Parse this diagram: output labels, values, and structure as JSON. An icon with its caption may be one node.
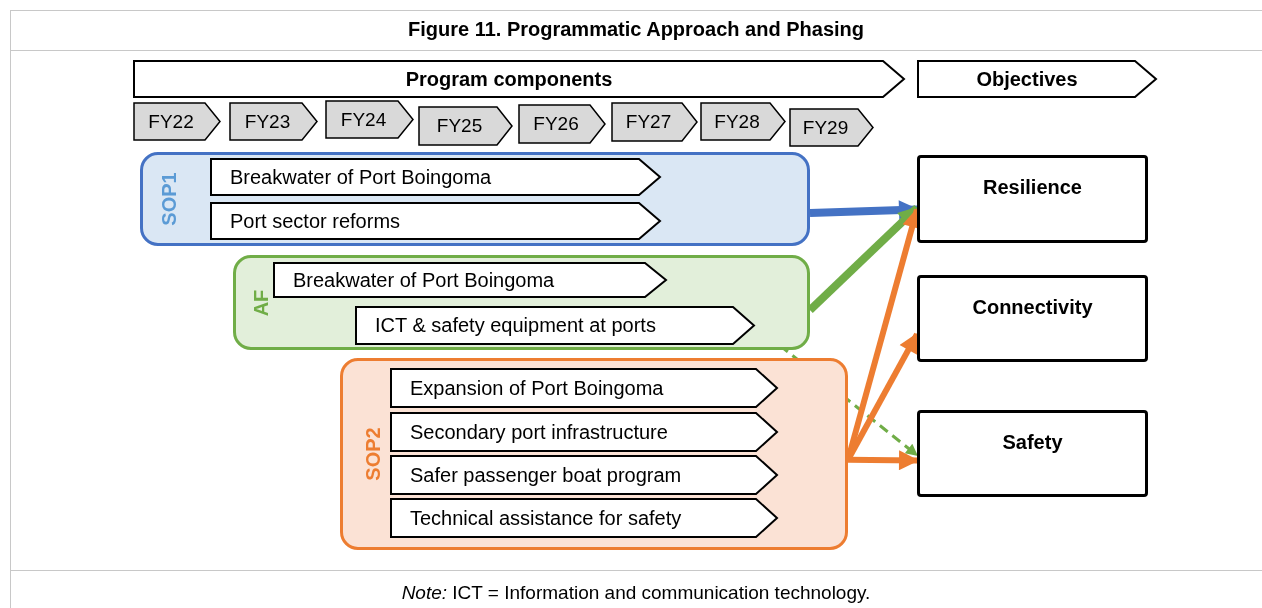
{
  "diagram": {
    "title": "Figure 11. Programmatic Approach and Phasing",
    "caption": "*Note:* ICT = Information and communication technology.",
    "nodes": [
      {
        "text": [
          "Program components"
        ]
      },
      {
        "text": [
          "Objectives"
        ]
      },
      {
        "text": [
          "FY22"
        ]
      },
      {
        "text": [
          "FY23"
        ]
      },
      {
        "text": [
          "FY24"
        ]
      },
      {
        "text": [
          "FY25"
        ]
      },
      {
        "text": [
          "FY26"
        ]
      },
      {
        "text": [
          "FY27"
        ]
      },
      {
        "text": [
          "FY28"
        ]
      },
      {
        "text": [
          "FY29"
        ]
      },
      {
        "text": [
          "SOP1"
        ]
      },
      {
        "text": [
          "Breakwater of Port Boingoma"
        ],
        "in": 10
      },
      {
        "text": [
          "Port sector reforms"
        ],
        "in": 10
      },
      {
        "text": [
          "AF"
        ]
      },
      {
        "text": [
          "Breakwater of Port Boingoma"
        ],
        "in": 13
      },
      {
        "text": [
          "ICT & safety equipment at ports"
        ],
        "in": 13
      },
      {
        "text": [
          "SOP2"
        ]
      },
      {
        "text": [
          "Expansion of Port Boingoma"
        ],
        "in": 16
      },
      {
        "text": [
          "Secondary port infrastructure"
        ],
        "in": 16
      },
      {
        "text": [
          "Safer passenger boat program"
        ],
        "in": 16
      },
      {
        "text": [
          "Technical assistance for safety"
        ],
        "in": 16
      },
      {
        "text": [
          "Resilience"
        ]
      },
      {
        "text": [
          "Connectivity"
        ]
      },
      {
        "text": [
          "Safety"
        ]
      }
    ],
    "edges": [
      {
        "from": 10,
        "to": 21,
        "arrow": "to",
        "color": "#4472c4"
      },
      {
        "from": 13,
        "to": 21,
        "arrow": "to",
        "color": "#70ad47"
      },
      {
        "from": 15,
        "to": 23,
        "arrow": "to",
        "style": "dashed",
        "color": "#70ad47"
      },
      {
        "from": 16,
        "to": 21,
        "arrow": "to"
      },
      {
        "from": 16,
        "to": 22,
        "arrow": "to"
      },
      {
        "from": 16,
        "to": 23,
        "arrow": "to"
      }
    ]
  }
}
